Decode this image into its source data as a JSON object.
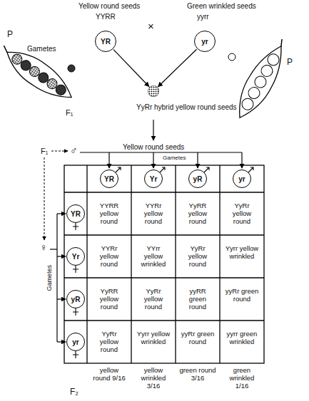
{
  "diagram": {
    "nodes": [
      {
        "text": [
          "YR"
        ]
      },
      {
        "text": [
          "yr"
        ]
      },
      {
        "text": [
          "YyRr hybrid yellow round seeds"
        ]
      },
      {
        "text": [
          "YR"
        ]
      },
      {
        "text": [
          "Yr"
        ]
      },
      {
        "text": [
          "yR"
        ]
      },
      {
        "text": [
          "yr"
        ]
      },
      {
        "text": [
          "YR"
        ]
      },
      {
        "text": [
          "Yr"
        ]
      },
      {
        "text": [
          "yR"
        ]
      },
      {
        "text": [
          "yr"
        ]
      }
    ],
    "edges": [
      {
        "from": 0,
        "to": 2,
        "arrow": "to"
      },
      {
        "from": 1,
        "to": 2,
        "arrow": "to"
      }
    ],
    "labels": [
      "Yellow round seeds",
      "YYRR",
      "×",
      "yyrr",
      "Green wrinkled seeds",
      "P",
      "P",
      "Gametes",
      "F₁",
      "F₁",
      "♂",
      "Yellow round seeds",
      "Gametes",
      "Gametes",
      "♀",
      "YYRR yellow round",
      "YYRr yellow round",
      "YyRR yellow round",
      "YyRr yellow round",
      "YYRr yellow round",
      "YYrr yellow wrinkled",
      "YyRr yellow round",
      "Yyrr yellow wrinkled",
      "YyRR yellow round",
      "YyRr yellow round",
      "yyRR green round",
      "yyRr green round",
      "YyRr yellow round",
      "Yyrr yellow wrinkled",
      "yyRr green round",
      "yyrr green wrinkled",
      "yellow round 9/16",
      "yellow wrinkled 3/16",
      "green round 3/16",
      "green wrinkled 1/16",
      "F₂"
    ]
  }
}
